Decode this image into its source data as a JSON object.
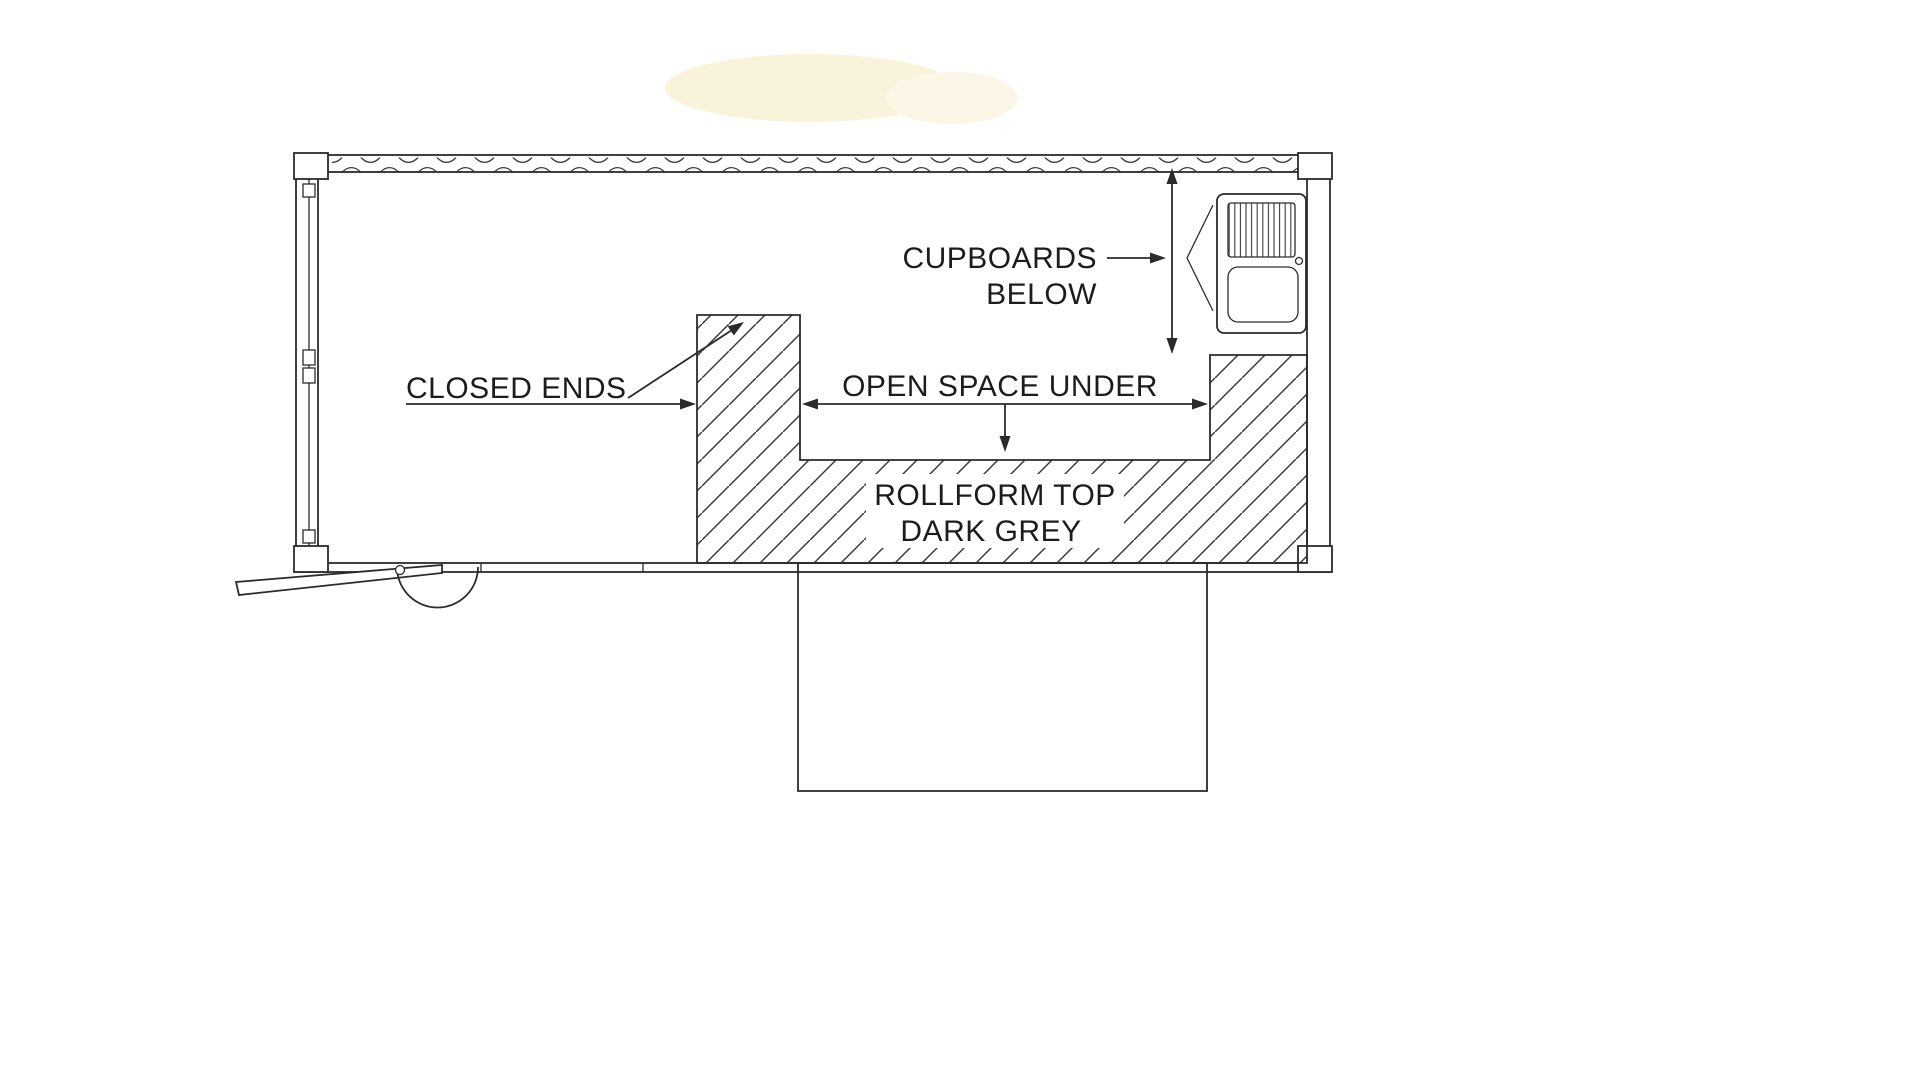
{
  "diagram": {
    "labels": {
      "cupboards_line1": "CUPBOARDS",
      "cupboards_line2": "BELOW",
      "closed_ends": "CLOSED ENDS",
      "open_space": "OPEN SPACE UNDER",
      "rollform_line1": "ROLLFORM TOP",
      "rollform_line2": "DARK GREY"
    },
    "colors": {
      "line": "#2b2b2b",
      "text": "#1c1c1c",
      "background": "#ffffff",
      "watermark": "#f8f2da"
    }
  }
}
